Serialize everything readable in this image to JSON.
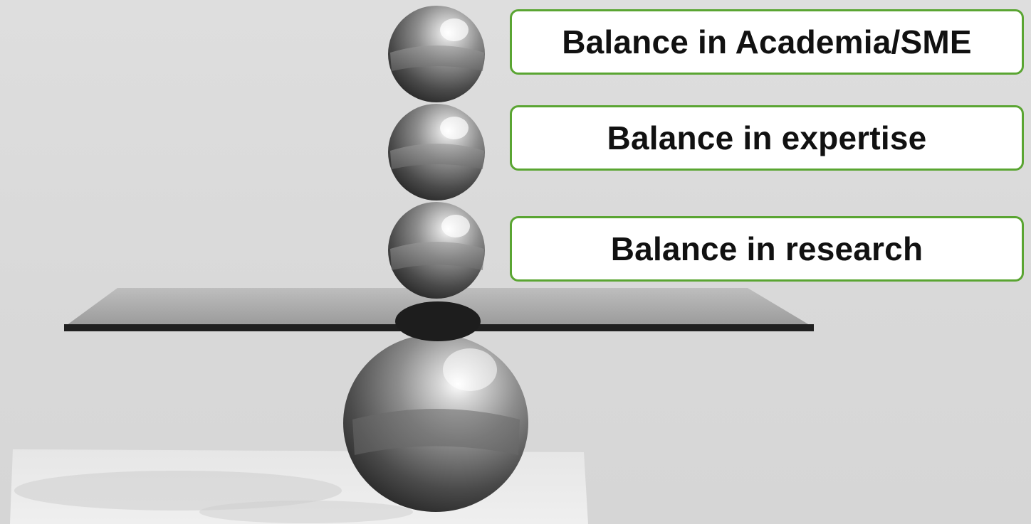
{
  "labels": [
    {
      "text": "Balance in Academia/SME"
    },
    {
      "text": "Balance in expertise"
    },
    {
      "text": "Balance in research"
    }
  ],
  "colors": {
    "box_border": "#5aa532",
    "box_fill": "#ffffff",
    "text": "#111111",
    "background": "#dcdcdc"
  }
}
